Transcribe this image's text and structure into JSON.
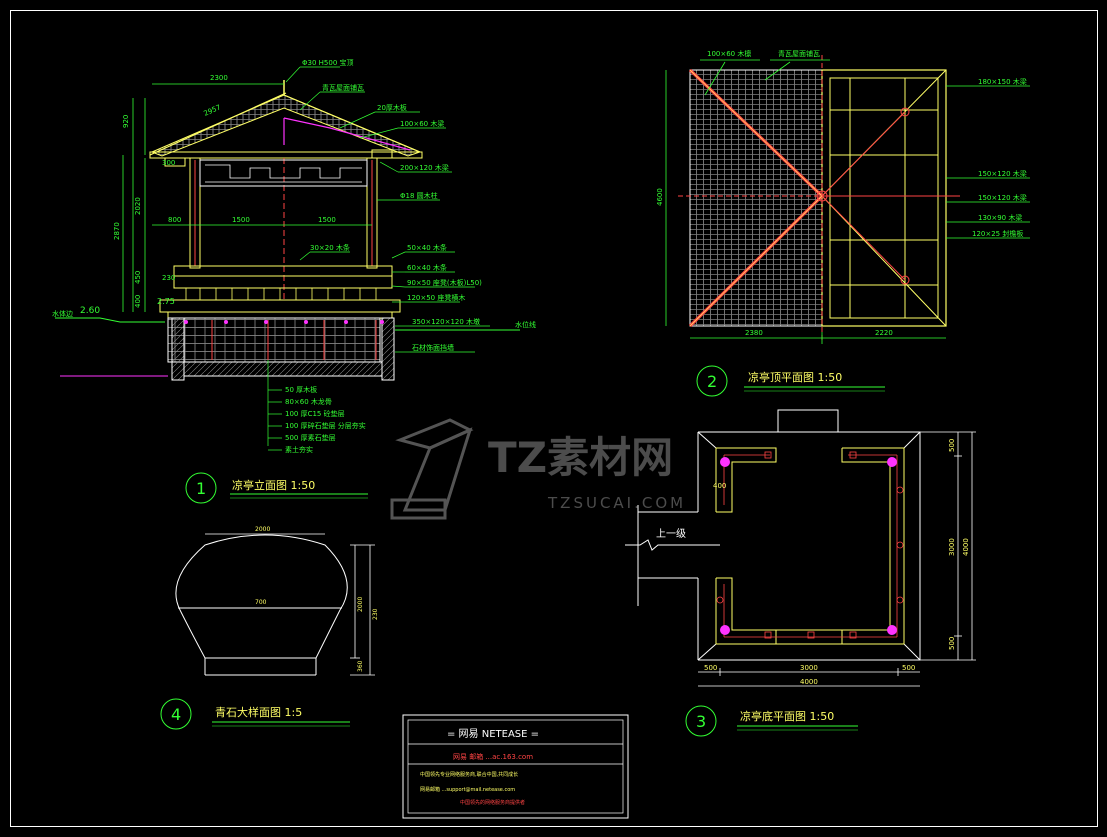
{
  "colors": {
    "background": "#000000",
    "frame": "#ffffff",
    "structure": "#ffff66",
    "annotation": "#33ff33",
    "timber": "#ff4444",
    "accent": "#ff33ff",
    "watermark": "#8a8a8a"
  },
  "view1": {
    "number": "1",
    "title": "凉亭立面图 1:50",
    "dims": {
      "top_width": "2300",
      "slope": "2957",
      "d300": "300",
      "left_span": "800",
      "mid_span": "1500",
      "right_span": "1500",
      "h_roof": "920",
      "h_total": "2870",
      "h_col": "2020",
      "h_rail": "450",
      "h_base": "400",
      "h_step": "230"
    },
    "levels": {
      "left": "2.60",
      "base": "2.75"
    },
    "callouts": [
      "Φ30 H500 宝顶",
      "青瓦屋面铺瓦",
      "20厚木板",
      "100×60 木梁",
      "200×120 木梁",
      "Φ18 圆木柱",
      "30×20 木条",
      "50×40 木条",
      "60×40 木条",
      "90×50 座凳(木板)L50)",
      "120×50 座凳横木",
      "350×120×120 木墩"
    ],
    "ground_labels": {
      "left": "水体边",
      "right": "水位线"
    },
    "wall_label": "石材饰面挡墙",
    "layers": [
      "50 厚木板",
      "80×60 木龙骨",
      "100 厚C15 砼垫层",
      "100 厚碎石垫层 分层夯实",
      "500 厚素石垫层",
      "素土夯实"
    ]
  },
  "view2": {
    "number": "2",
    "title": "凉亭顶平面图 1:50",
    "top_labels": [
      "100×60 木檩",
      "青瓦屋面铺瓦"
    ],
    "right_labels": [
      "180×150 木梁",
      "150×120 木梁",
      "150×120 木梁",
      "130×90 木梁",
      "120×25 封檐板"
    ],
    "dims": {
      "height": "4600",
      "left": "2380",
      "right": "2220"
    }
  },
  "view3": {
    "number": "3",
    "title": "凉亭底平面图 1:50",
    "step_label": "上一级",
    "dims": {
      "bottom_a": "500",
      "bottom_b": "3000",
      "bottom_c": "500",
      "bottom_total": "4000",
      "right_a": "500",
      "right_b": "3000",
      "right_c": "500",
      "right_total": "4000",
      "left_small": "400"
    }
  },
  "view4": {
    "number": "4",
    "title": "青石大样面图 1:5",
    "dims": {
      "top": "2000",
      "mid": "700",
      "h1": "2000",
      "h2": "230",
      "h3": "360"
    }
  },
  "title_block": {
    "header": "= 网易 NETEASE =",
    "red_line": "网易  邮箱 ...ac.163.com",
    "line1": "中国领先专业网络服务商,联合中国,共同成长",
    "line2": "网易邮箱 ...support@mail.netease.com",
    "line3": "中国领先的网络服务商提供者"
  },
  "watermark": {
    "brand": "TZ素材网",
    "url": "TZSUCAI.COM"
  }
}
